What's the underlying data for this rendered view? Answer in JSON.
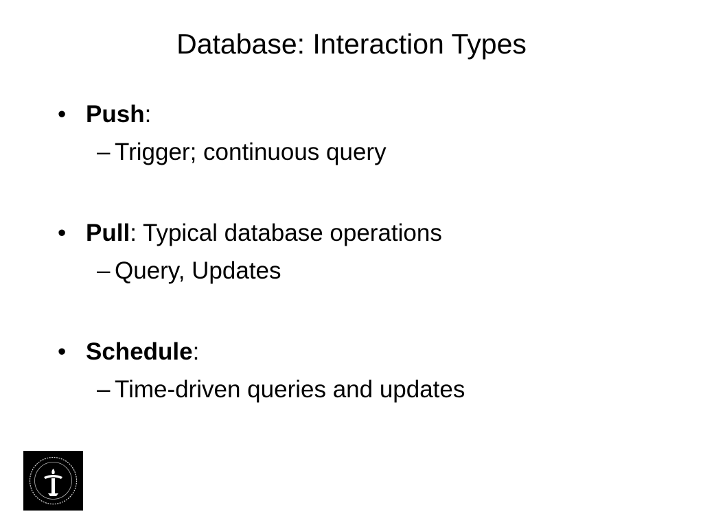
{
  "slide": {
    "title": "Database: Interaction Types",
    "bullet_glyph": "•",
    "sub_glyph": "–",
    "items": [
      {
        "term": "Push",
        "rest": ":",
        "sub": "Trigger; continuous query"
      },
      {
        "term": "Pull",
        "rest": ": Typical database operations",
        "sub": "Query, Updates"
      },
      {
        "term": "Schedule",
        "rest": ":",
        "sub": "Time-driven queries and updates"
      }
    ]
  },
  "colors": {
    "background": "#ffffff",
    "text": "#000000",
    "logo_background": "#000000",
    "logo_mark": "#ffffff"
  },
  "logo": {
    "icon": "university-seal-icon"
  }
}
